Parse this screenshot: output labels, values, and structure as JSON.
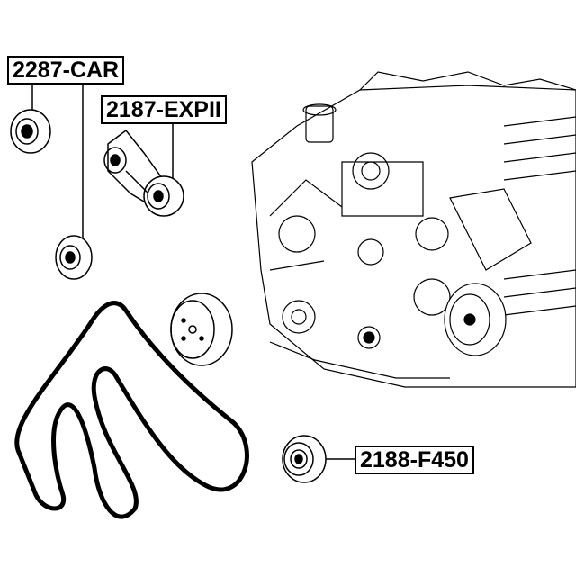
{
  "labels": {
    "idler_pulley": "2287-CAR",
    "tensioner": "2187-EXPII",
    "idler_pulley_lower": "2188-F450"
  },
  "colors": {
    "ink": "#000000",
    "background": "#ffffff"
  }
}
